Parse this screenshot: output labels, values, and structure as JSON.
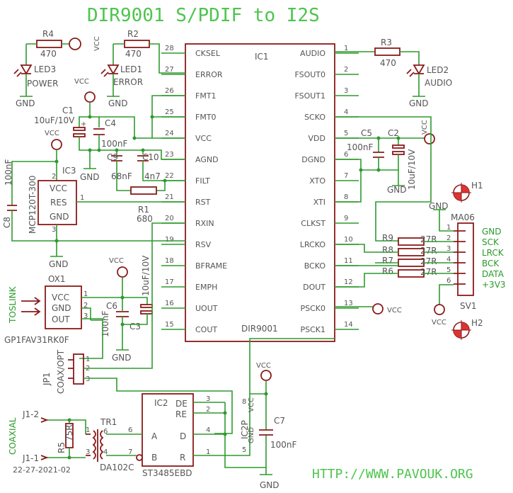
{
  "title": "DIR9001 S/PDIF to I2S",
  "url": "HTTP://WWW.PAVOUK.ORG",
  "date": "22-27-2021-02",
  "ic1": {
    "name": "IC1",
    "part": "DIR9001",
    "left_pins": [
      {
        "num": "28",
        "name": "CKSEL"
      },
      {
        "num": "27",
        "name": "ERROR"
      },
      {
        "num": "26",
        "name": "FMT1"
      },
      {
        "num": "25",
        "name": "FMT0"
      },
      {
        "num": "24",
        "name": "VCC"
      },
      {
        "num": "23",
        "name": "AGND"
      },
      {
        "num": "22",
        "name": "FILT"
      },
      {
        "num": "21",
        "name": "RST"
      },
      {
        "num": "20",
        "name": "RXIN"
      },
      {
        "num": "19",
        "name": "RSV"
      },
      {
        "num": "18",
        "name": "BFRAME"
      },
      {
        "num": "17",
        "name": "EMPH"
      },
      {
        "num": "16",
        "name": "UOUT"
      },
      {
        "num": "15",
        "name": "COUT"
      }
    ],
    "right_pins": [
      {
        "num": "1",
        "name": "AUDIO"
      },
      {
        "num": "2",
        "name": "FSOUT0"
      },
      {
        "num": "3",
        "name": "FSOUT1"
      },
      {
        "num": "4",
        "name": "SCKO"
      },
      {
        "num": "5",
        "name": "VDD"
      },
      {
        "num": "6",
        "name": "DGND"
      },
      {
        "num": "7",
        "name": "XTO"
      },
      {
        "num": "8",
        "name": "XTI"
      },
      {
        "num": "9",
        "name": "CLKST"
      },
      {
        "num": "10",
        "name": "LRCKO"
      },
      {
        "num": "11",
        "name": "BCKO"
      },
      {
        "num": "12",
        "name": "DOUT"
      },
      {
        "num": "13",
        "name": "PSCK0"
      },
      {
        "num": "14",
        "name": "PSCK1"
      }
    ]
  },
  "labels": {
    "r4": "R4",
    "r4v": "470",
    "r2": "R2",
    "r2v": "470",
    "r3": "R3",
    "r3v": "470",
    "led3": "LED3",
    "led3d": "POWER",
    "led1": "LED1",
    "led1d": "ERROR",
    "led2": "LED2",
    "led2d": "AUDIO",
    "gnd": "GND",
    "vcc": "VCC",
    "c1": "C1",
    "c1v": "10uF/10V",
    "c4": "C4",
    "c4v": "100nF",
    "c9": "C9",
    "c9v": "68nF",
    "c10": "C10",
    "c10v": "4n7",
    "r1": "R1",
    "r1v": "680",
    "ic3": "IC3",
    "ic3p": "MCP120T-300",
    "ic3vcc": "VCC",
    "ic3res": "RES",
    "ic3gnd": "GND",
    "c8": "C8",
    "c8v": "100nF",
    "ox1": "OX1",
    "ox1p": "GP1FAV31RK0F",
    "toslink": "TOSLINK",
    "ox1vcc": "VCC",
    "ox1gnd": "GND",
    "ox1out": "OUT",
    "c6": "C6",
    "c6v": "100nF",
    "c3": "C3",
    "c3v": "10uF/10V",
    "c5": "C5",
    "c5v": "100nF",
    "c2": "C2",
    "c2v": "10uF/10V",
    "jp1": "JP1",
    "jp1d": "COAX/OPT",
    "r9": "R9",
    "r8": "R8",
    "r7": "R7",
    "r6": "R6",
    "r27": "27R",
    "ma06": "MA06",
    "sv1": "SV1",
    "h1": "H1",
    "h2": "H2",
    "sv_gnd": "GND",
    "sv_sck": "SCK",
    "sv_lrck": "LRCK",
    "sv_bck": "BCK",
    "sv_data": "DATA",
    "sv_3v3": "+3V3",
    "ic2": "IC2",
    "ic2p": "ST3485EBD",
    "de": "DE",
    "re": "RE",
    "a": "A",
    "bb": "B",
    "d": "D",
    "r": "R",
    "ic2p_label": "IC2P",
    "c7": "C7",
    "c7v": "100nF",
    "tr1": "TR1",
    "tr1p": "DA102C",
    "r5": "R5",
    "r5v": "75R",
    "coax": "COAXIAL",
    "j12": "J1-2",
    "j11": "J1-1"
  }
}
